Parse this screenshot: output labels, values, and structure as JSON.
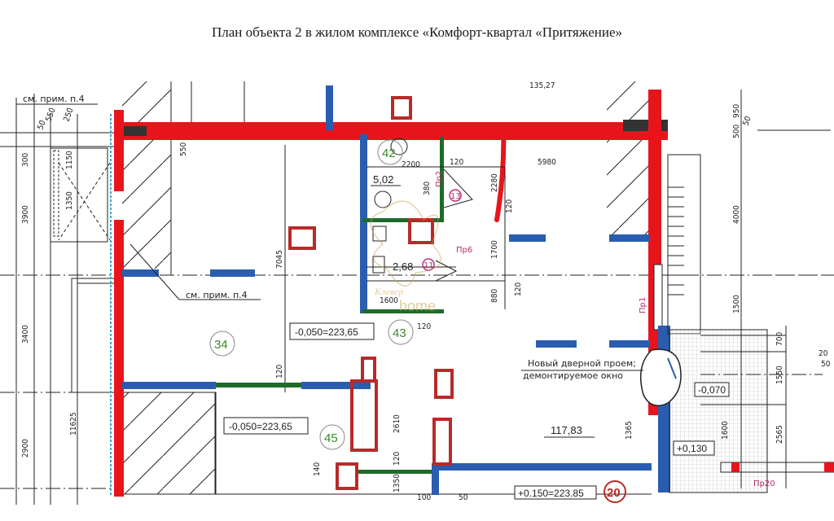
{
  "title": "План объекта 2 в жилом комплексе «Комфорт-квартал «Притяжение»",
  "colors": {
    "new_wall": "#e8141c",
    "demolished_wall": "#2a5db0",
    "column": "#b82a2a",
    "partition": "#1e6b2a",
    "room_number": "#3a8a2a",
    "marking": "#b0306a",
    "line": "#222222"
  },
  "rooms": [
    {
      "number": "34"
    },
    {
      "number": "42",
      "area": "5,02"
    },
    {
      "number": "43",
      "area": "2,68"
    },
    {
      "number": "45"
    },
    {
      "number": "20",
      "area": "117,83"
    }
  ],
  "elevations": {
    "e1": "-0,050=223,65",
    "e2": "-0,050=223,65",
    "e3": "+0.150=223.85",
    "e4": "-0,070",
    "e5": "+0,130"
  },
  "notes": {
    "see_note_top": "см. прим. п.4",
    "see_note_mid": "см. прим. п.4",
    "new_door_line1": "Новый дверной проем;",
    "new_door_line2": "демонтируемое окно"
  },
  "markings": {
    "pr6": "Пр6",
    "pr1": "Пр1",
    "pr2": "Пр2",
    "pr20": "Пр20",
    "circle_13": "13",
    "circle_11": "11"
  },
  "dimensions": {
    "left_300": "300",
    "left_3900": "3900",
    "left_3400": "3400",
    "left_2900": "2900",
    "left_1350": "1350",
    "left_1150": "1150",
    "left_11625": "11625",
    "left_550": "550",
    "left_250": "250",
    "left_50": "50",
    "top_550": "550",
    "d_7045": "7045",
    "d_120a": "120",
    "d_2200": "2200",
    "d_120b": "120",
    "d_380": "380",
    "d_2280": "2280",
    "d_120c": "120",
    "d_5980": "5980",
    "d_1700": "1700",
    "d_880": "880",
    "d_120d": "120",
    "d_1600x": "1600",
    "d_120e": "120",
    "d_2610": "2610",
    "d_140": "140",
    "d_1365": "1365",
    "d_1350b": "1350",
    "d_120f": "120",
    "d_100": "100",
    "d_50b": "50",
    "right_950": "950",
    "right_50": "50",
    "right_500": "500",
    "right_4000": "4000",
    "right_1500": "1500",
    "right_700": "700",
    "right_1550": "1550",
    "right_2565": "2565",
    "right_1600": "1600",
    "right_20": "20",
    "right_50c": "50",
    "top_partial": "135,27"
  },
  "watermark": {
    "line1": "Клевер",
    "line2": "home"
  }
}
